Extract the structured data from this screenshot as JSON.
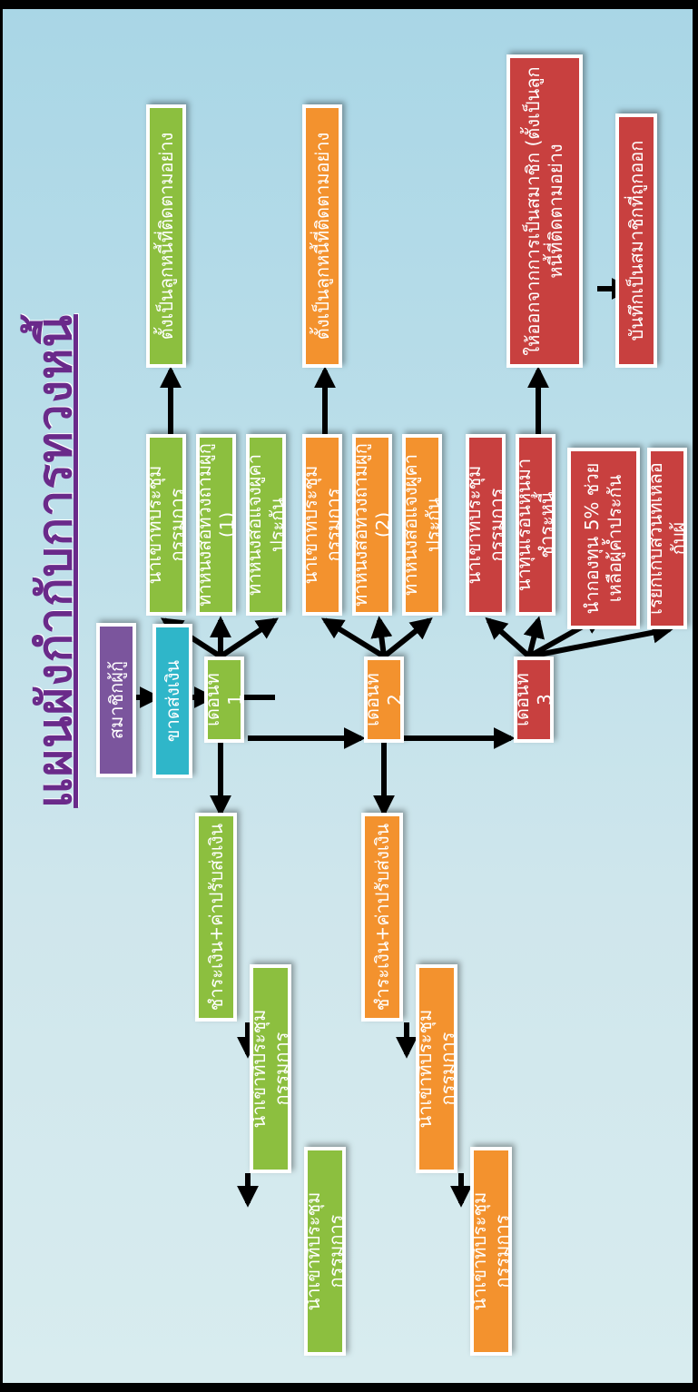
{
  "title": "แผนผังกำกับการทวงหนี้",
  "member": "สมาชิกผู้กู้",
  "missed": "ขาดส่งเงิน",
  "month1": {
    "label": "เดือนที่ 1",
    "left": [
      "ชำระเงิน+ค่าปรับส่งเงิน",
      "นำเข้าที่ประชุมกรรมการ",
      "นำเข้าที่ประชุมกรรมการ"
    ],
    "right": [
      "นำเข้าที่ประชุมกรรมการ",
      "ทำหนังสือทวงถามผู้กู้ (1)",
      "ทำหนังสือแจ้งผู้ค้ำประกัน"
    ],
    "result": "ตั้งเป็นลูกหนี้ที่ติดตามอย่าง"
  },
  "month2": {
    "label": "เดือนที่ 2",
    "left": [
      "ชำระเงิน+ค่าปรับส่งเงิน",
      "นำเข้าที่ประชุมกรรมการ",
      "นำเข้าที่ประชุมกรรมการ"
    ],
    "right": [
      "นำเข้าที่ประชุมกรรมการ",
      "ทำหนังสือทวงถามผู้กู้ (2)",
      "ทำหนังสือแจ้งผู้ค้ำประกัน"
    ],
    "result": "ตั้งเป็นลูกหนี้ที่ติดตามอย่าง"
  },
  "month3": {
    "label": "เดือนที่ 3",
    "right": [
      "นำเข้าที่ประชุมกรรมการ",
      "นำทุนเรือนหุ้นมาชำระหนี้",
      "นำกองทุน 5% ช่วยเหลือผู้ค้ำประกัน",
      "เรียกเก็บส่วนที่เหลือกับผู้"
    ],
    "result1": "ให้ออกจากการเป็นสมาชิก (ตั้งเป็นลูกหนี้ที่ติดตามอย่าง",
    "result2": "บันทึกเป็นสมาชิกที่ถูกออก"
  }
}
